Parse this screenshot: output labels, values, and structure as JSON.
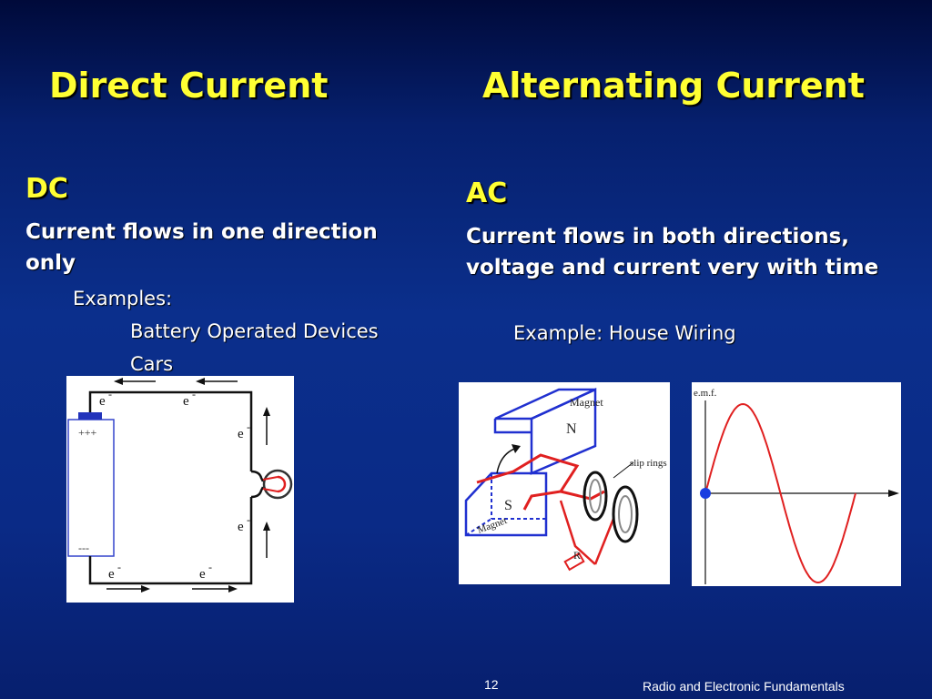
{
  "slide": {
    "left": {
      "title": "Direct Current",
      "label": "DC",
      "description": "Current flows in one direction only",
      "examples_heading": "Examples:",
      "examples": [
        "Battery Operated Devices",
        "Cars"
      ],
      "figure": {
        "electron_labels": [
          "e",
          "e",
          "e",
          "e",
          "e",
          "e"
        ],
        "electron_superscript": "-",
        "battery_plus": "+++",
        "battery_minus": "---"
      }
    },
    "right": {
      "title": "Alternating Current",
      "label": "AC",
      "description": "Current flows in both directions, voltage and current very with time",
      "example": "Example: House Wiring",
      "generator_figure": {
        "magnet_top": "Magnet",
        "pole_north": "N",
        "pole_south": "S",
        "magnet_bottom": "Magnet",
        "slip_rings": "slip rings",
        "resistor": "R"
      },
      "emf_figure": {
        "axis_label": "e.m.f."
      }
    },
    "footer": {
      "page_number": "12",
      "course": "Radio and Electronic Fundamentals"
    },
    "colors": {
      "title": "#ffff33",
      "text": "#ffffff",
      "wave": "#e02020",
      "generator_blue": "#2030d0",
      "generator_red": "#e02020"
    }
  }
}
